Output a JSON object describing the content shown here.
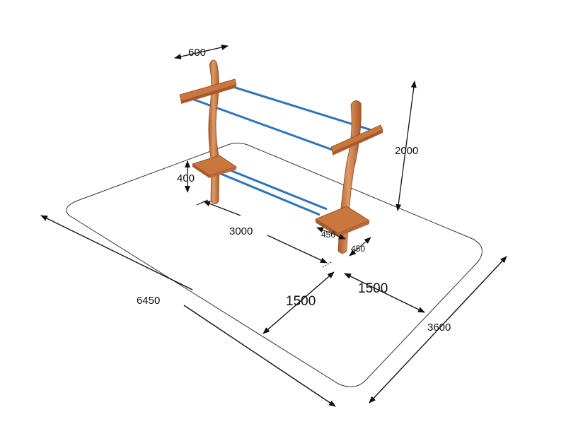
{
  "diagram": {
    "colors": {
      "wood": "#c9773f",
      "wood_dark": "#a85a2a",
      "rope": "#2f73b8",
      "outline": "#333333",
      "arrow": "#111111"
    },
    "dimensions": {
      "top_beam_length": "600",
      "step_height": "400",
      "span_length": "3000",
      "plate_width": "450",
      "plate_depth": "450",
      "total_height": "2000",
      "safety_zone_length": "6450",
      "safety_zone_width": "3600",
      "clearance_left": "1500",
      "clearance_right": "1500"
    }
  }
}
